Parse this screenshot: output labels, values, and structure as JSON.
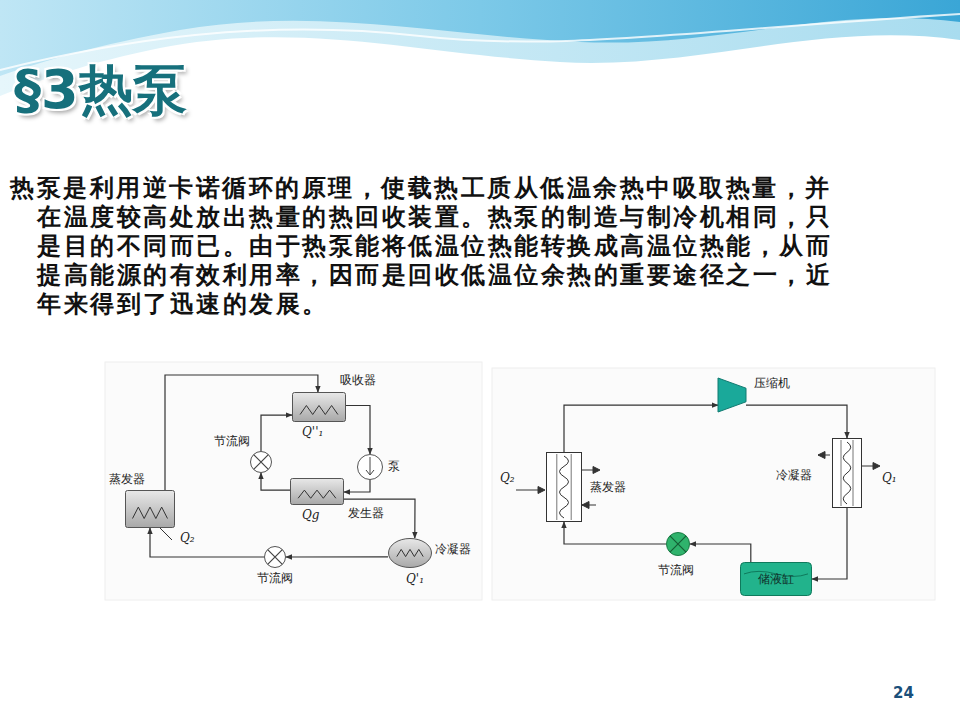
{
  "diagram": {
    "title": "§3热泵",
    "nodes": [
      {
        "text": [
          "吸收器"
        ]
      },
      {
        "text": [
          "节流阀"
        ]
      },
      {
        "text": [
          "泵"
        ]
      },
      {
        "text": [
          "蒸发器"
        ]
      },
      {
        "text": [
          "发生器"
        ]
      },
      {
        "text": [
          "冷凝器"
        ]
      },
      {
        "text": [
          "节流阀"
        ]
      },
      {
        "text": [
          "压缩机"
        ]
      },
      {
        "text": [
          "蒸发器"
        ]
      },
      {
        "text": [
          "冷凝器"
        ]
      },
      {
        "text": [
          "节流阀"
        ]
      },
      {
        "text": [
          "储液缸"
        ]
      }
    ],
    "edges": [
      {
        "from": 3,
        "to": 0,
        "arrow": "to"
      },
      {
        "from": 0,
        "to": 2,
        "arrow": "to"
      },
      {
        "from": 2,
        "to": 4,
        "arrow": "to"
      },
      {
        "from": 4,
        "to": 1,
        "arrow": "to"
      },
      {
        "from": 1,
        "to": 0,
        "arrow": "to"
      },
      {
        "from": 4,
        "to": 5,
        "arrow": "to"
      },
      {
        "from": 5,
        "to": 6,
        "arrow": "to"
      },
      {
        "from": 6,
        "to": 3,
        "arrow": "to"
      },
      {
        "from": 7,
        "to": 9,
        "arrow": "to"
      },
      {
        "from": 9,
        "to": 11,
        "arrow": "to"
      },
      {
        "from": 11,
        "to": 10,
        "arrow": "to"
      },
      {
        "from": 10,
        "to": 8,
        "arrow": "to"
      },
      {
        "from": 8,
        "to": 7,
        "arrow": "to"
      }
    ],
    "labels": [
      "热泵是利用逆卡诺循环的原理，使载热工质从低温余热中吸取热量，并在温度较高处放出热量的热回收装置。热泵的制造与制冷机相同，只是目的不同而已。由于热泵能将低温位热能转换成高温位热能，从而提高能源的有效利用率，因而是回收低温位余热的重要途径之一，近年来得到了迅速的发展。",
      "Q''₁",
      "Qg",
      "Q₂",
      "Q'₁",
      "Q₂",
      "Q₁",
      "24"
    ]
  }
}
